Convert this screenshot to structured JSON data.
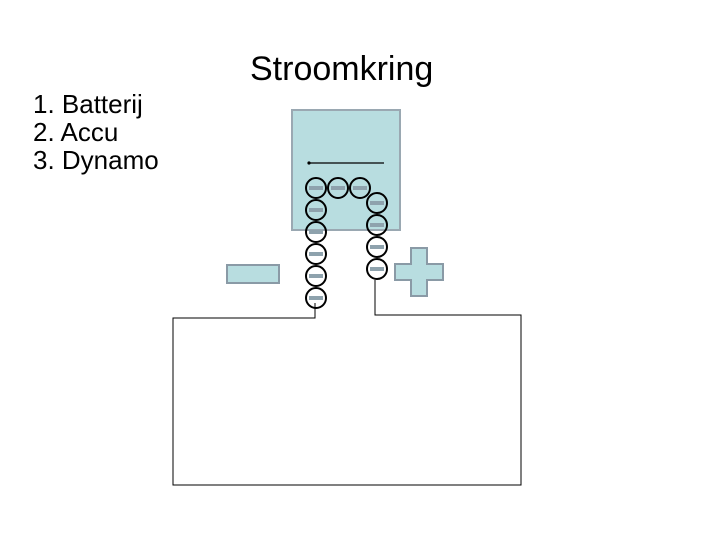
{
  "title": "Stroomkring",
  "list": [
    {
      "label": "1. Batterij"
    },
    {
      "label": "2. Accu"
    },
    {
      "label": "3. Dynamo"
    }
  ],
  "colors": {
    "box_fill": "#b8dde0",
    "box_stroke": "#9aa8b2",
    "sign_fill": "#b8dde0",
    "sign_stroke": "#8a9aa6",
    "electron_stroke": "#000000",
    "electron_minus": "#8ea2ad",
    "wire": "#000000"
  },
  "icons": {
    "negative_terminal": "minus-sign-icon",
    "positive_terminal": "plus-sign-icon",
    "electron": "electron-icon"
  }
}
